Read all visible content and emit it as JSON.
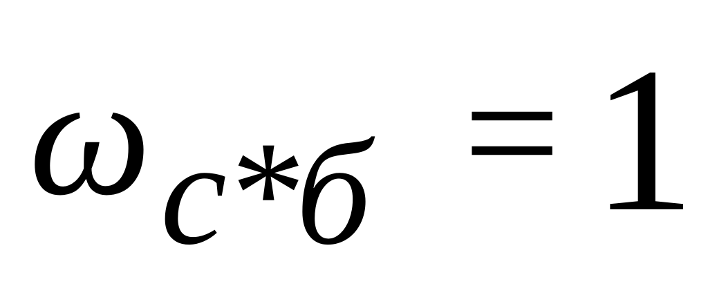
{
  "formula": {
    "symbol": "ω",
    "subscript": "c*б",
    "operator": "=",
    "value": "1"
  }
}
